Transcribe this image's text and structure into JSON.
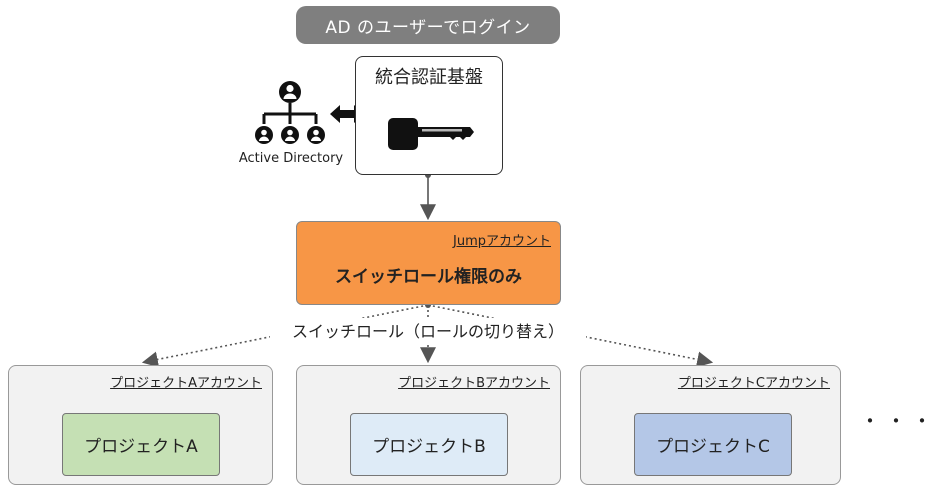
{
  "login_pill": {
    "text": "AD のユーザーでログイン"
  },
  "auth": {
    "title": "統合認証基盤",
    "icon": "key-icon"
  },
  "active_directory": {
    "label": "Active Directory",
    "icon": "org-chart-icon",
    "link_icon": "bidirectional-arrow-icon"
  },
  "jump": {
    "account_label": "Jumpアカウント",
    "role_text": "スイッチロール権限のみ"
  },
  "switch_role": {
    "label": "スイッチロール（ロールの切り替え）"
  },
  "projects": [
    {
      "account_label": "プロジェクトAアカウント",
      "name": "プロジェクトA",
      "color": "#c5e0b4"
    },
    {
      "account_label": "プロジェクトBアカウント",
      "name": "プロジェクトB",
      "color": "#deebf7"
    },
    {
      "account_label": "プロジェクトCアカウント",
      "name": "プロジェクトC",
      "color": "#b4c7e7"
    }
  ],
  "ellipsis": "・・・",
  "colors": {
    "jump_fill": "#f79646",
    "pill_fill": "#7f7f7f",
    "account_fill": "#f2f2f2"
  }
}
